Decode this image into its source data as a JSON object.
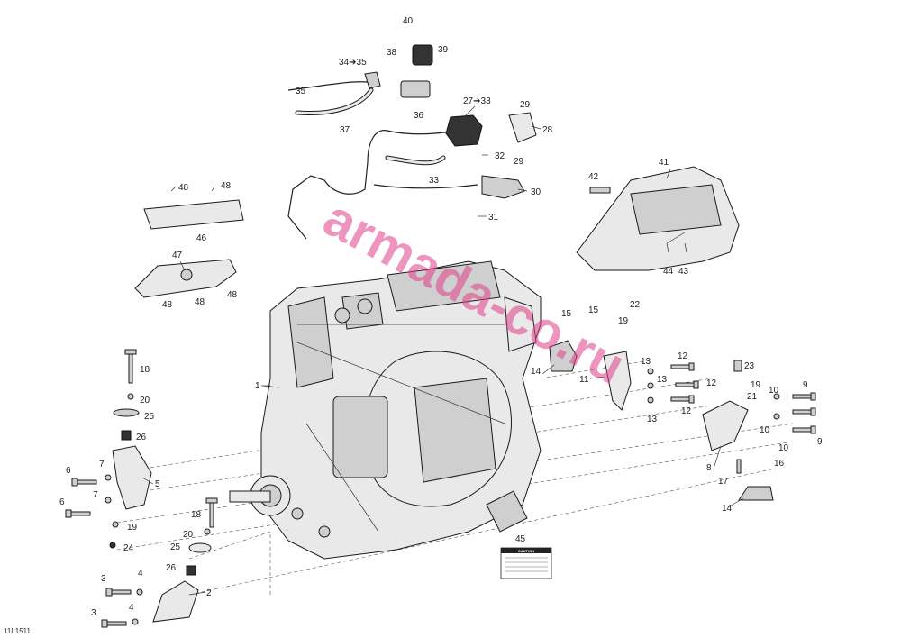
{
  "watermark": "armada-co.ru",
  "figure_code": "11L1511",
  "caution_text": "CAUTION",
  "callouts": [
    {
      "id": "c1",
      "text": "1"
    },
    {
      "id": "c2",
      "text": "2"
    },
    {
      "id": "c3a",
      "text": "3"
    },
    {
      "id": "c3b",
      "text": "3"
    },
    {
      "id": "c4a",
      "text": "4"
    },
    {
      "id": "c4b",
      "text": "4"
    },
    {
      "id": "c5",
      "text": "5"
    },
    {
      "id": "c6a",
      "text": "6"
    },
    {
      "id": "c6b",
      "text": "6"
    },
    {
      "id": "c7a",
      "text": "7"
    },
    {
      "id": "c7b",
      "text": "7"
    },
    {
      "id": "c8",
      "text": "8"
    },
    {
      "id": "c9a",
      "text": "9"
    },
    {
      "id": "c9b",
      "text": "9"
    },
    {
      "id": "c10a",
      "text": "10"
    },
    {
      "id": "c10b",
      "text": "10"
    },
    {
      "id": "c10c",
      "text": "10"
    },
    {
      "id": "c11",
      "text": "11"
    },
    {
      "id": "c12a",
      "text": "12"
    },
    {
      "id": "c12b",
      "text": "12"
    },
    {
      "id": "c12c",
      "text": "12"
    },
    {
      "id": "c13a",
      "text": "13"
    },
    {
      "id": "c13b",
      "text": "13"
    },
    {
      "id": "c13c",
      "text": "13"
    },
    {
      "id": "c14a",
      "text": "14"
    },
    {
      "id": "c14b",
      "text": "14"
    },
    {
      "id": "c15a",
      "text": "15"
    },
    {
      "id": "c15b",
      "text": "15"
    },
    {
      "id": "c16",
      "text": "16"
    },
    {
      "id": "c17",
      "text": "17"
    },
    {
      "id": "c18a",
      "text": "18"
    },
    {
      "id": "c18b",
      "text": "18"
    },
    {
      "id": "c19a",
      "text": "19"
    },
    {
      "id": "c19b",
      "text": "19"
    },
    {
      "id": "c19c",
      "text": "19"
    },
    {
      "id": "c20a",
      "text": "20"
    },
    {
      "id": "c20b",
      "text": "20"
    },
    {
      "id": "c21",
      "text": "21"
    },
    {
      "id": "c22",
      "text": "22"
    },
    {
      "id": "c23",
      "text": "23"
    },
    {
      "id": "c24",
      "text": "24"
    },
    {
      "id": "c25a",
      "text": "25"
    },
    {
      "id": "c25b",
      "text": "25"
    },
    {
      "id": "c26a",
      "text": "26"
    },
    {
      "id": "c26b",
      "text": "26"
    },
    {
      "id": "c27",
      "text": "27➔33"
    },
    {
      "id": "c28",
      "text": "28"
    },
    {
      "id": "c29a",
      "text": "29"
    },
    {
      "id": "c29b",
      "text": "29"
    },
    {
      "id": "c30",
      "text": "30"
    },
    {
      "id": "c31",
      "text": "31"
    },
    {
      "id": "c32",
      "text": "32"
    },
    {
      "id": "c33",
      "text": "33"
    },
    {
      "id": "c34",
      "text": "34➔35"
    },
    {
      "id": "c35",
      "text": "35"
    },
    {
      "id": "c36",
      "text": "36"
    },
    {
      "id": "c37",
      "text": "37"
    },
    {
      "id": "c38",
      "text": "38"
    },
    {
      "id": "c39",
      "text": "39"
    },
    {
      "id": "c40",
      "text": "40"
    },
    {
      "id": "c41",
      "text": "41"
    },
    {
      "id": "c42",
      "text": "42"
    },
    {
      "id": "c43",
      "text": "43"
    },
    {
      "id": "c44",
      "text": "44"
    },
    {
      "id": "c45",
      "text": "45"
    },
    {
      "id": "c46",
      "text": "46"
    },
    {
      "id": "c47",
      "text": "47"
    },
    {
      "id": "c48a",
      "text": "48"
    },
    {
      "id": "c48b",
      "text": "48"
    },
    {
      "id": "c48c",
      "text": "48"
    },
    {
      "id": "c48d",
      "text": "48"
    },
    {
      "id": "c48e",
      "text": "48"
    }
  ]
}
